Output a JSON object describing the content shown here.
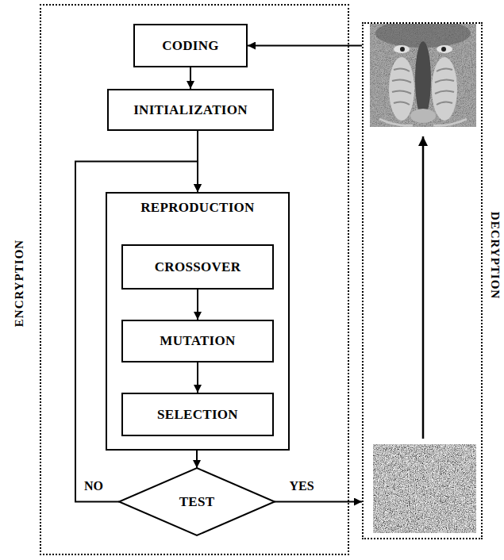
{
  "diagram": {
    "nodes": [
      {
        "text": [
          "ENCRYPTION"
        ]
      },
      {
        "text": [
          "CODING"
        ],
        "in": 0
      },
      {
        "text": [
          "INITIALIZATION"
        ],
        "in": 0
      },
      {
        "text": [
          "REPRODUCTION"
        ],
        "in": 0
      },
      {
        "text": [
          "CROSSOVER"
        ],
        "in": 3
      },
      {
        "text": [
          "MUTATION"
        ],
        "in": 3
      },
      {
        "text": [
          "SELECTION"
        ],
        "in": 3
      },
      {
        "text": [
          "TEST"
        ],
        "in": 0
      },
      {
        "text": [
          "DECRYPTION"
        ]
      }
    ],
    "edges": [
      {
        "from": 8,
        "to": 1,
        "arrow": "to"
      },
      {
        "from": 1,
        "to": 2,
        "arrow": "to"
      },
      {
        "from": 2,
        "to": 3,
        "arrow": "to"
      },
      {
        "from": 4,
        "to": 5,
        "arrow": "to"
      },
      {
        "from": 5,
        "to": 6,
        "arrow": "to"
      },
      {
        "from": 3,
        "to": 7,
        "arrow": "to"
      },
      {
        "from": 7,
        "to": 3,
        "label": "NO",
        "arrow": "to"
      },
      {
        "from": 7,
        "to": 8,
        "label": "YES",
        "arrow": "to"
      }
    ]
  }
}
